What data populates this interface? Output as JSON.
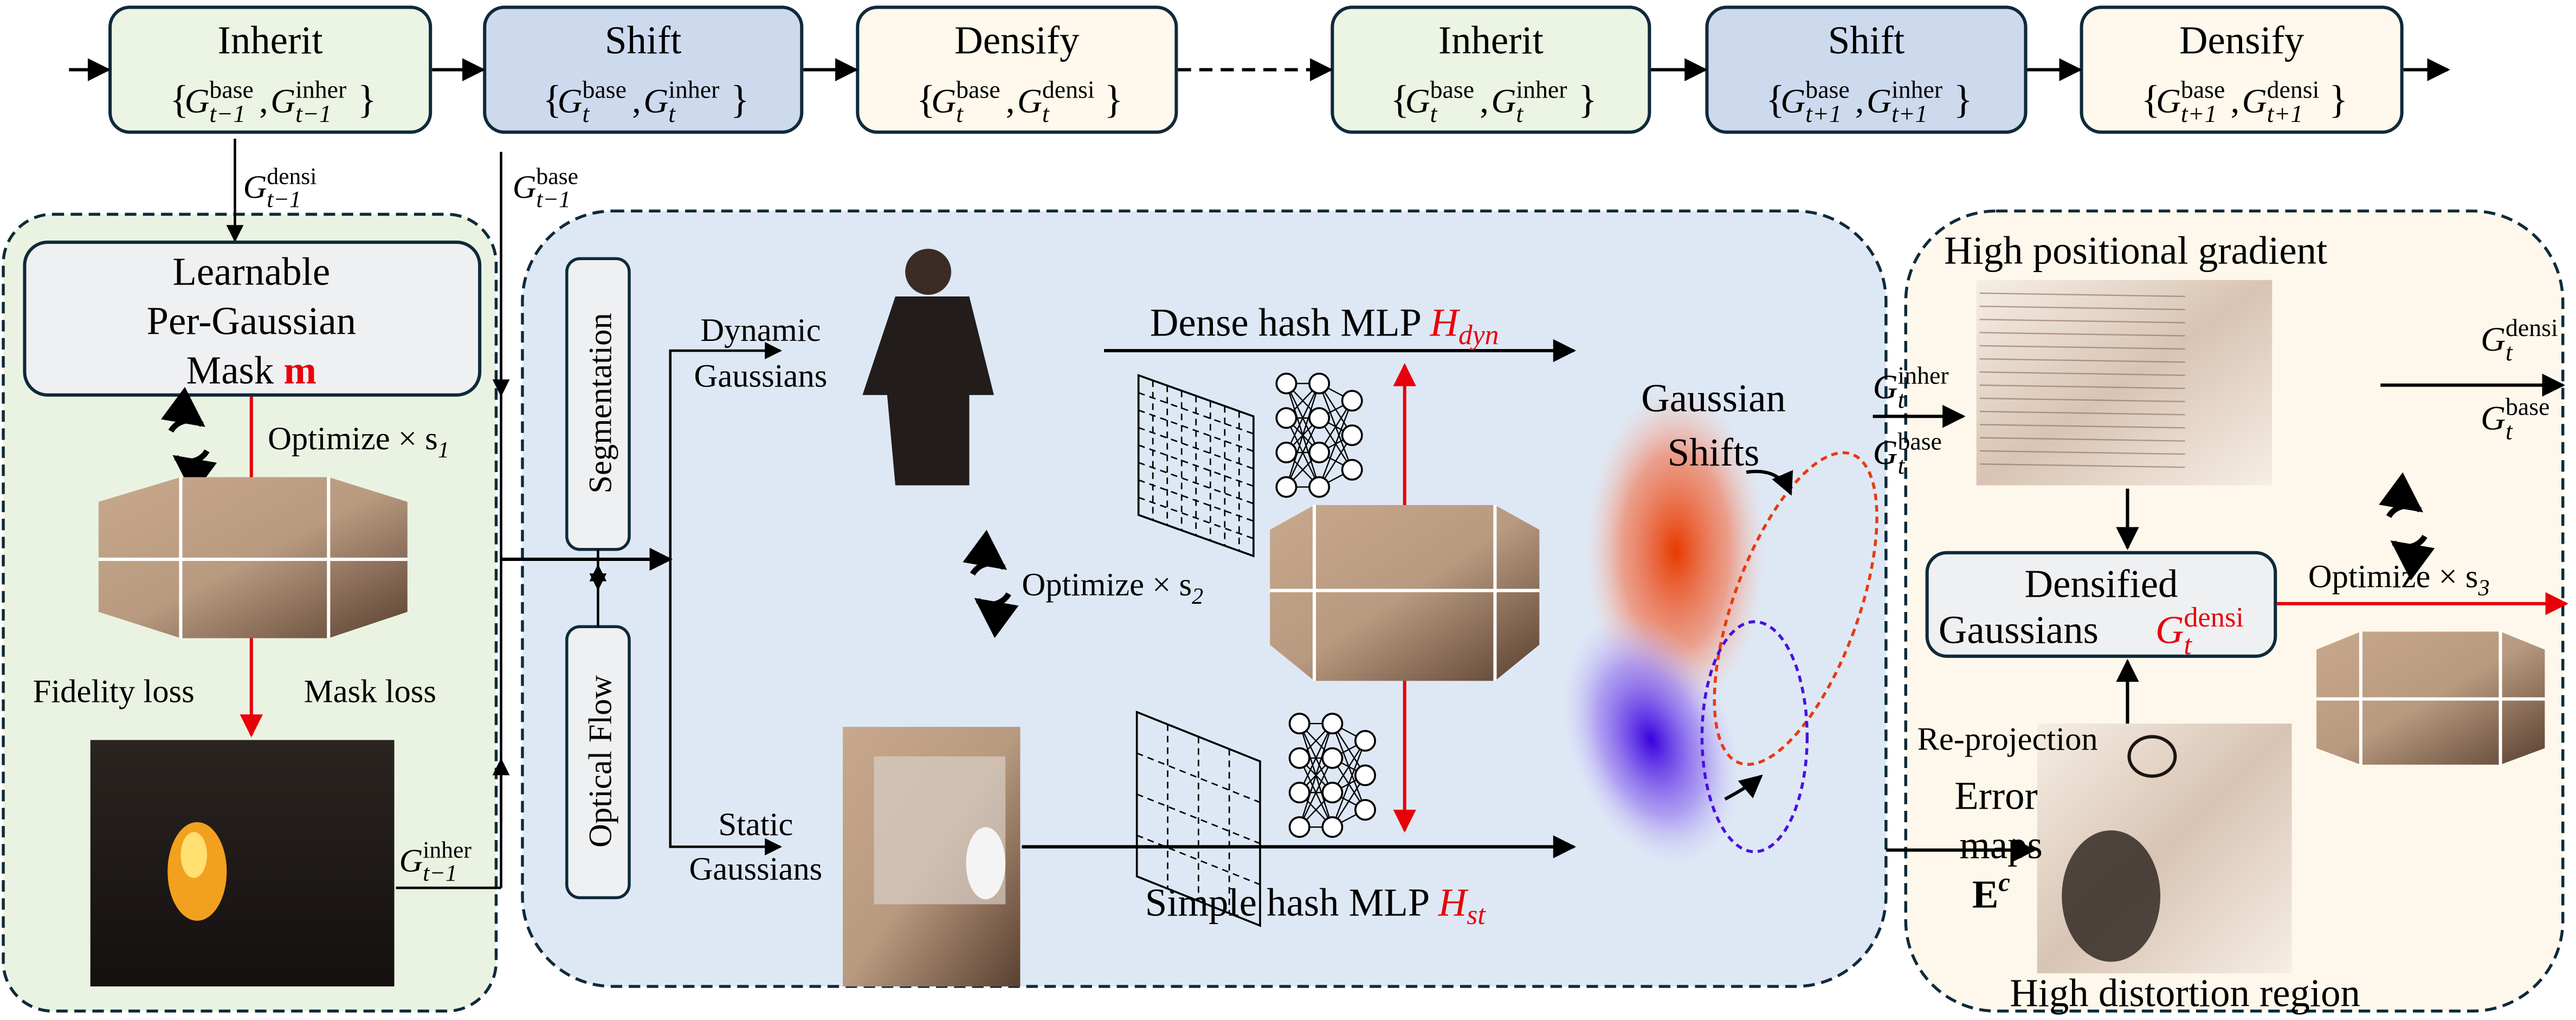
{
  "pipeline": {
    "stages": [
      {
        "title": "Inherit",
        "terms": [
          {
            "sup": "base",
            "sub": "t−1"
          },
          {
            "sup": "inher",
            "sub": "t−1"
          }
        ],
        "fill": "#ECF4E4"
      },
      {
        "title": "Shift",
        "terms": [
          {
            "sup": "base",
            "sub": "t"
          },
          {
            "sup": "inher",
            "sub": "t"
          }
        ],
        "fill": "#CDDAEE"
      },
      {
        "title": "Densify",
        "terms": [
          {
            "sup": "base",
            "sub": "t"
          },
          {
            "sup": "densi",
            "sub": "t"
          }
        ],
        "fill": "#FEF9EC"
      },
      {
        "title": "Inherit",
        "terms": [
          {
            "sup": "base",
            "sub": "t"
          },
          {
            "sup": "inher",
            "sub": "t"
          }
        ],
        "fill": "#ECF4E4"
      },
      {
        "title": "Shift",
        "terms": [
          {
            "sup": "base",
            "sub": "t+1"
          },
          {
            "sup": "inher",
            "sub": "t+1"
          }
        ],
        "fill": "#CDDAEE"
      },
      {
        "title": "Densify",
        "terms": [
          {
            "sup": "base",
            "sub": "t+1"
          },
          {
            "sup": "densi",
            "sub": "t+1"
          }
        ],
        "fill": "#FEF9EC"
      }
    ]
  },
  "symbol": "G",
  "terms": {
    "prev_densi": {
      "sup": "densi",
      "sub": "t−1"
    },
    "prev_base": {
      "sup": "base",
      "sub": "t−1"
    },
    "prev_inher": {
      "sup": "inher",
      "sub": "t−1"
    },
    "shift_inher": {
      "sup": "inher",
      "sub": "t"
    },
    "shift_base": {
      "sup": "base",
      "sub": "t"
    },
    "out_densi": {
      "sup": "densi",
      "sub": "t"
    },
    "out_base": {
      "sup": "base",
      "sub": "t"
    },
    "densified": {
      "sup": "densi",
      "sub": "t"
    }
  },
  "inherit_panel": {
    "mask_box": [
      "Learnable",
      "Per-Gaussian",
      "Mask"
    ],
    "mask_symbol": "m",
    "optimize": "Optimize × s",
    "optimize_sub": "1",
    "fidelity_loss": "Fidelity loss",
    "mask_loss": "Mask loss"
  },
  "shift_panel": {
    "segmentation": "Segmentation",
    "optical_flow": "Optical Flow",
    "dynamic": [
      "Dynamic",
      "Gaussians"
    ],
    "static": [
      "Static",
      "Gaussians"
    ],
    "dense_mlp": "Dense hash MLP ",
    "dense_symbol": "H",
    "dense_sub": "dyn",
    "simple_mlp": "Simple hash MLP ",
    "simple_symbol": "H",
    "simple_sub": "st",
    "optimize": "Optimize × s",
    "optimize_sub": "2",
    "gaussian_shifts": [
      "Gaussian",
      "Shifts"
    ]
  },
  "densify_panel": {
    "high_grad": "High positional gradient",
    "densified": [
      "Densified",
      "Gaussians "
    ],
    "optimize": "Optimize × s",
    "optimize_sub": "3",
    "reprojection": "Re-projection",
    "error_maps": [
      "Error",
      "maps"
    ],
    "error_symbol": "E",
    "error_sup": "c",
    "high_distortion": "High distortion region"
  },
  "colors": {
    "accent_red": "#E8000B",
    "shift_red": "#E83A10",
    "shift_blue": "#4A10E0",
    "border": "#0F2A3A"
  }
}
